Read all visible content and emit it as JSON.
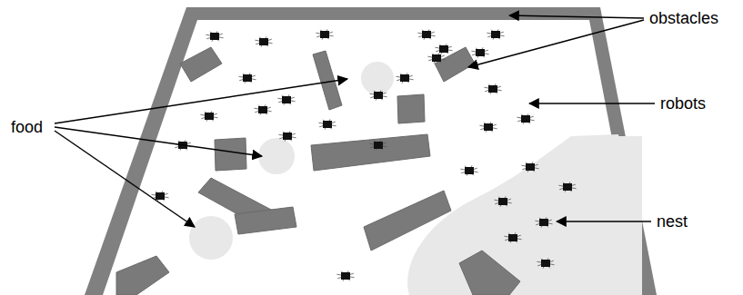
{
  "diagram": {
    "labels": [
      "obstacles",
      "robots",
      "food",
      "nest"
    ]
  }
}
